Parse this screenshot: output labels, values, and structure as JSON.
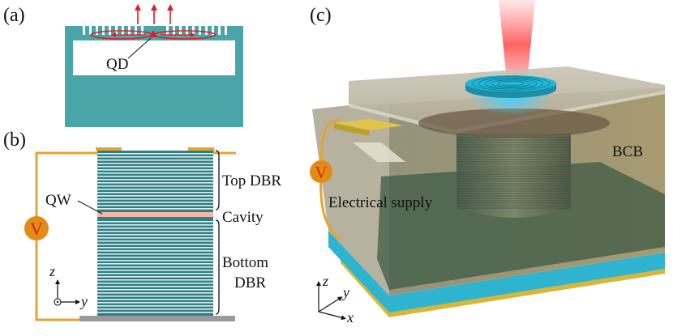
{
  "panels": {
    "a": {
      "label": "(a)",
      "qd_label": "QD"
    },
    "b": {
      "label": "(b)",
      "voltage_symbol": "V",
      "qw_label": "QW",
      "top_dbr_label": "Top DBR",
      "cavity_label": "Cavity",
      "bottom_dbr_label_line1": "Bottom",
      "bottom_dbr_label_line2": "DBR",
      "axis_z": "z",
      "axis_y": "y"
    },
    "c": {
      "label": "(c)",
      "voltage_symbol": "V",
      "bcb_label": "BCB",
      "electrical_label": "Electrical supply",
      "axis_z": "z",
      "axis_y": "y",
      "axis_x": "x"
    }
  },
  "colors": {
    "teal": "#4aa5a8",
    "teal_dark": "#2e7f86",
    "gold_wire": "#e3a531",
    "voltage_circle": "#e38b12",
    "voltage_text": "#d2241c",
    "red_arrow": "#e01b24",
    "cavity_pink": "#f2b7a6",
    "bcb_tan": "#a99a6e",
    "substrate_cyan": "#2fb4cf",
    "gold_layer": "#d8b63a",
    "disk_cyan": "#22b7d6",
    "laser_red": "#ff3d3d"
  }
}
